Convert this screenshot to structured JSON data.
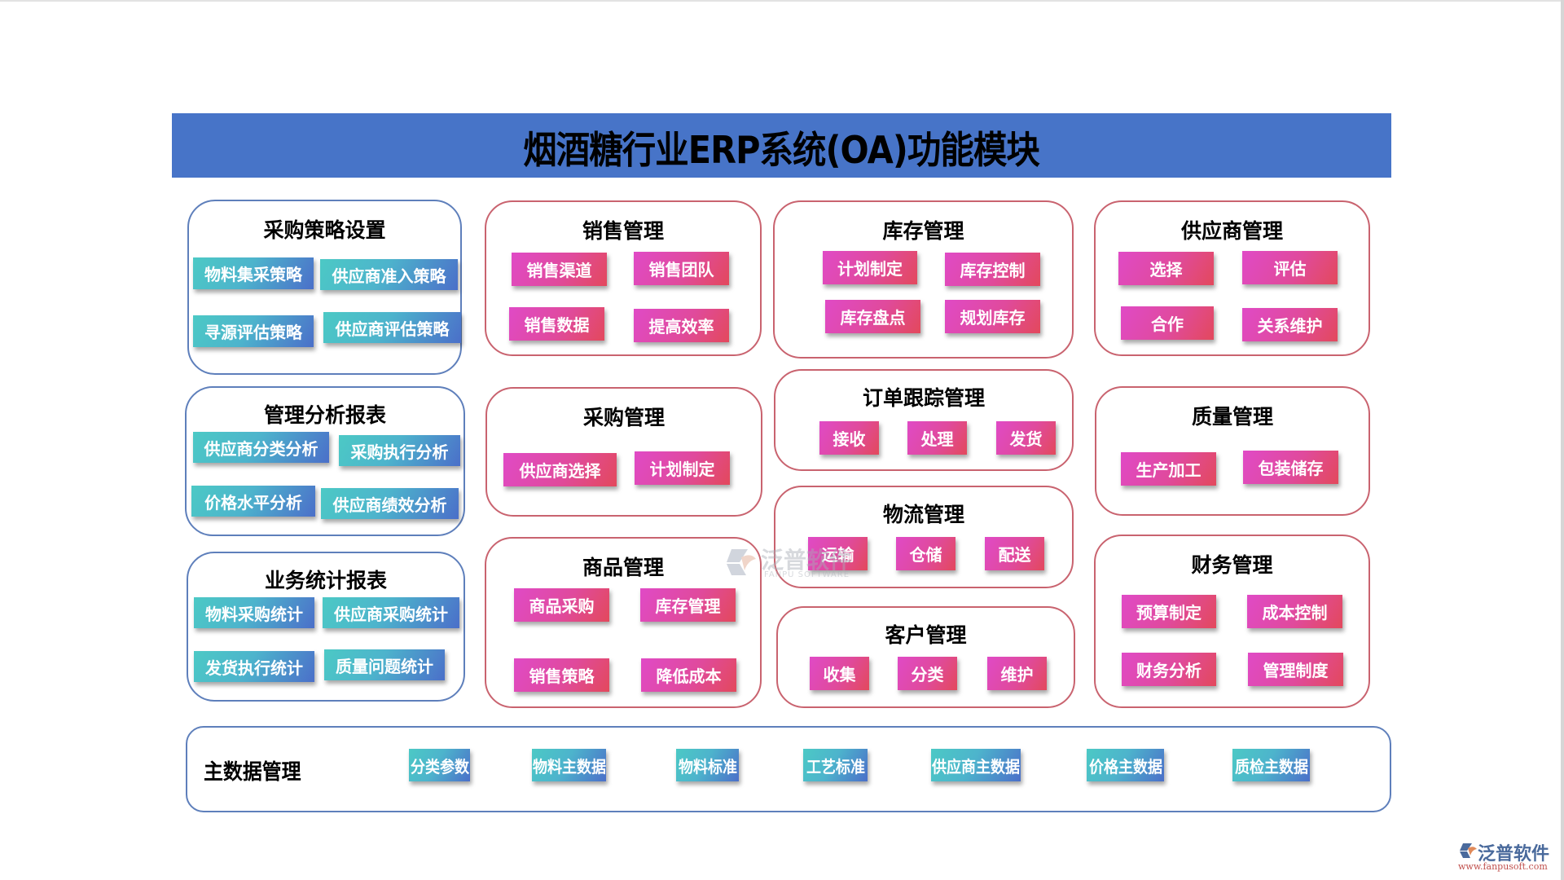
{
  "title": "烟酒糖行业ERP系统(OA)功能模块",
  "colors": {
    "banner": "#4774c8",
    "blue_border": "#5e7fbb",
    "red_border": "#c9636f",
    "teal_start": "#4cc9c5",
    "teal_end": "#4b6fc9",
    "pink_start": "#e04ac6",
    "pink_end": "#e3495c"
  },
  "modules": {
    "purchase_strategy": {
      "title": "采购策略设置",
      "items": [
        "物料集采策略",
        "供应商准入策略",
        "寻源评估策略",
        "供应商评估策略"
      ]
    },
    "management_reports": {
      "title": "管理分析报表",
      "items": [
        "供应商分类分析",
        "采购执行分析",
        "价格水平分析",
        "供应商绩效分析"
      ]
    },
    "business_reports": {
      "title": "业务统计报表",
      "items": [
        "物料采购统计",
        "供应商采购统计",
        "发货执行统计",
        "质量问题统计"
      ]
    },
    "sales": {
      "title": "销售管理",
      "items": [
        "销售渠道",
        "销售团队",
        "销售数据",
        "提高效率"
      ]
    },
    "purchase": {
      "title": "采购管理",
      "items": [
        "供应商选择",
        "计划制定"
      ]
    },
    "goods": {
      "title": "商品管理",
      "items": [
        "商品采购",
        "库存管理",
        "销售策略",
        "降低成本"
      ]
    },
    "inventory": {
      "title": "库存管理",
      "items": [
        "计划制定",
        "库存控制",
        "库存盘点",
        "规划库存"
      ]
    },
    "order_tracking": {
      "title": "订单跟踪管理",
      "items": [
        "接收",
        "处理",
        "发货"
      ]
    },
    "logistics": {
      "title": "物流管理",
      "items": [
        "运输",
        "仓储",
        "配送"
      ]
    },
    "customer": {
      "title": "客户管理",
      "items": [
        "收集",
        "分类",
        "维护"
      ]
    },
    "supplier": {
      "title": "供应商管理",
      "items": [
        "选择",
        "评估",
        "合作",
        "关系维护"
      ]
    },
    "quality": {
      "title": "质量管理",
      "items": [
        "生产加工",
        "包装储存"
      ]
    },
    "finance": {
      "title": "财务管理",
      "items": [
        "预算制定",
        "成本控制",
        "财务分析",
        "管理制度"
      ]
    },
    "master_data": {
      "title": "主数据管理",
      "items": [
        "分类参数",
        "物料主数据",
        "物料标准",
        "工艺标准",
        "供应商主数据",
        "价格主数据",
        "质检主数据"
      ]
    }
  },
  "watermark": {
    "text": "泛普软件",
    "sub": "FANPU SOFTWARE"
  },
  "logo": {
    "text": "泛普软件",
    "url": "www.fanpusoft.com"
  }
}
